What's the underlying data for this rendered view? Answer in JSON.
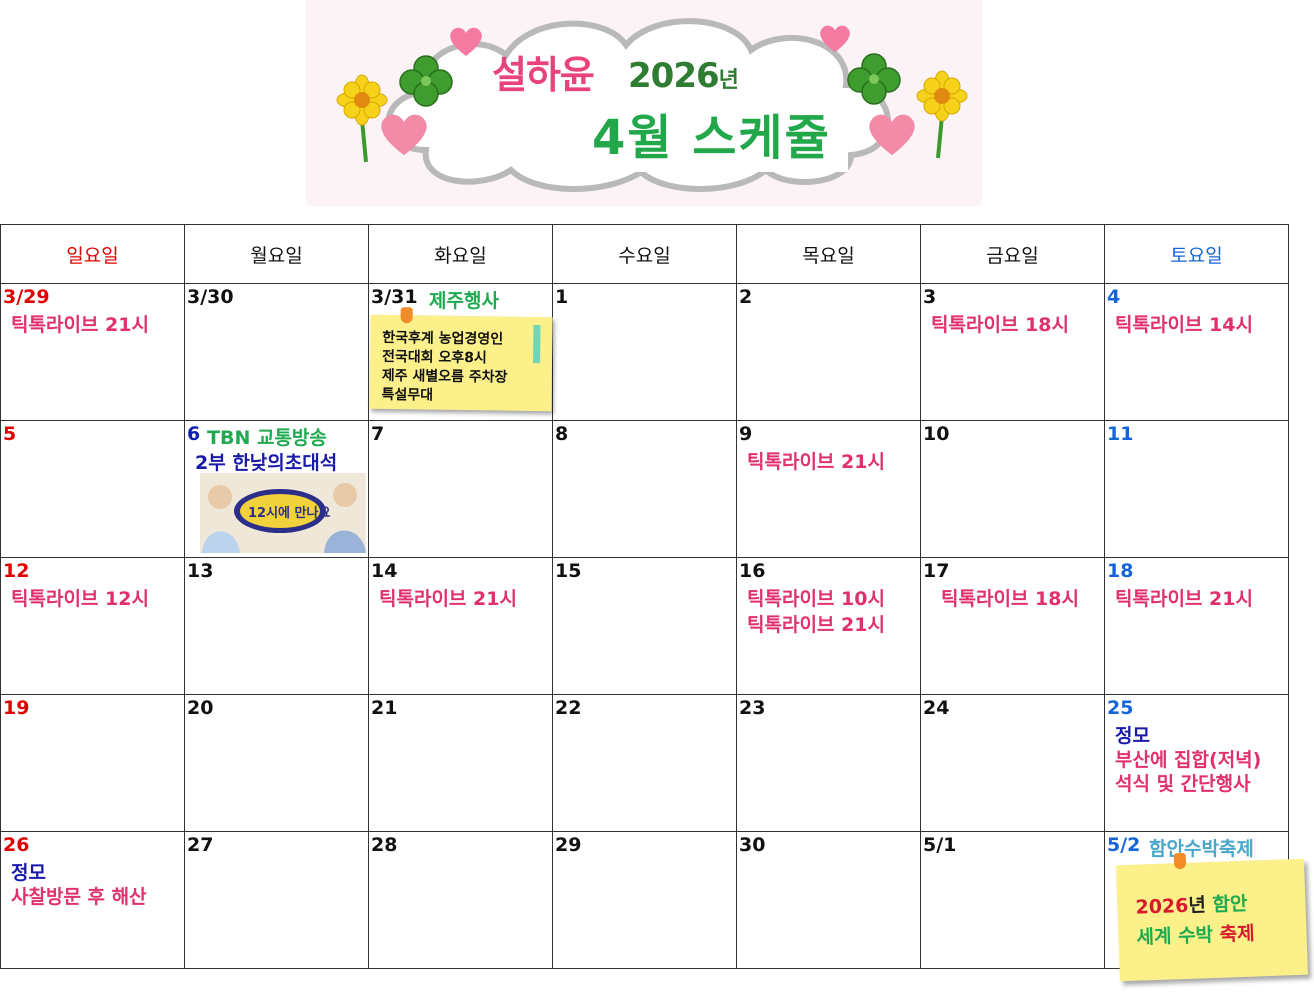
{
  "header": {
    "name": "설하윤",
    "year": "2026",
    "year_suffix": "년",
    "month_title": "4월 스케쥴"
  },
  "weekdays": [
    "일요일",
    "월요일",
    "화요일",
    "수요일",
    "목요일",
    "금요일",
    "토요일"
  ],
  "colors": {
    "sunday": "#e00000",
    "saturday": "#1565d8",
    "event_pink": "#e0306e",
    "event_navy": "#1a1aa8",
    "event_green": "#1faa50",
    "sticky_yellow": "#fbf08a"
  },
  "weeks": [
    [
      {
        "date": "3/29",
        "events": [
          "틱톡라이브 21시"
        ]
      },
      {
        "date": "3/30",
        "events": []
      },
      {
        "date": "3/31",
        "tag": "제주행사",
        "events": []
      },
      {
        "date": "1",
        "events": []
      },
      {
        "date": "2",
        "events": []
      },
      {
        "date": "3",
        "events": [
          "틱톡라이브 18시"
        ]
      },
      {
        "date": "4",
        "events": [
          "틱톡라이브 14시"
        ]
      }
    ],
    [
      {
        "date": "5",
        "events": []
      },
      {
        "date": "6",
        "tag": "TBN 교통방송",
        "events": [
          "2부 한낮의초대석"
        ]
      },
      {
        "date": "7",
        "events": []
      },
      {
        "date": "8",
        "events": []
      },
      {
        "date": "9",
        "events": [
          "틱톡라이브 21시"
        ]
      },
      {
        "date": "10",
        "events": []
      },
      {
        "date": "11",
        "events": []
      }
    ],
    [
      {
        "date": "12",
        "events": [
          "틱톡라이브 12시"
        ]
      },
      {
        "date": "13",
        "events": []
      },
      {
        "date": "14",
        "events": [
          "틱톡라이브 21시"
        ]
      },
      {
        "date": "15",
        "events": []
      },
      {
        "date": "16",
        "events": [
          "틱톡라이브 10시",
          "틱톡라이브 21시"
        ]
      },
      {
        "date": "17",
        "events": [
          "틱톡라이브 18시"
        ]
      },
      {
        "date": "18",
        "events": [
          "틱톡라이브 21시"
        ]
      }
    ],
    [
      {
        "date": "19",
        "events": []
      },
      {
        "date": "20",
        "events": []
      },
      {
        "date": "21",
        "events": []
      },
      {
        "date": "22",
        "events": []
      },
      {
        "date": "23",
        "events": []
      },
      {
        "date": "24",
        "events": []
      },
      {
        "date": "25",
        "events": [
          "정모",
          "부산에 집합(저녁)",
          "석식 및 간단행사"
        ]
      }
    ],
    [
      {
        "date": "26",
        "events": [
          "정모",
          "사찰방문 후 해산"
        ]
      },
      {
        "date": "27",
        "events": []
      },
      {
        "date": "28",
        "events": []
      },
      {
        "date": "29",
        "events": []
      },
      {
        "date": "30",
        "events": []
      },
      {
        "date": "5/1",
        "events": []
      },
      {
        "date": "5/2",
        "tag": "함안수박축제",
        "events": []
      }
    ]
  ],
  "sticky_jeju": [
    "한국후계 농업경영인",
    "전국대회 오후8시",
    "제주 새별오름 주차장",
    "특설무대"
  ],
  "sticky_haman": {
    "line1_a": "2026",
    "line1_b": "년",
    "line1_c": "함안",
    "line2_a": "세계 수박",
    "line2_b": "축제"
  },
  "thumbnail": {
    "text": "12시에 만나요"
  },
  "icons": [
    "heart-icon",
    "clover-icon",
    "sunflower-icon",
    "cloud-icon"
  ]
}
